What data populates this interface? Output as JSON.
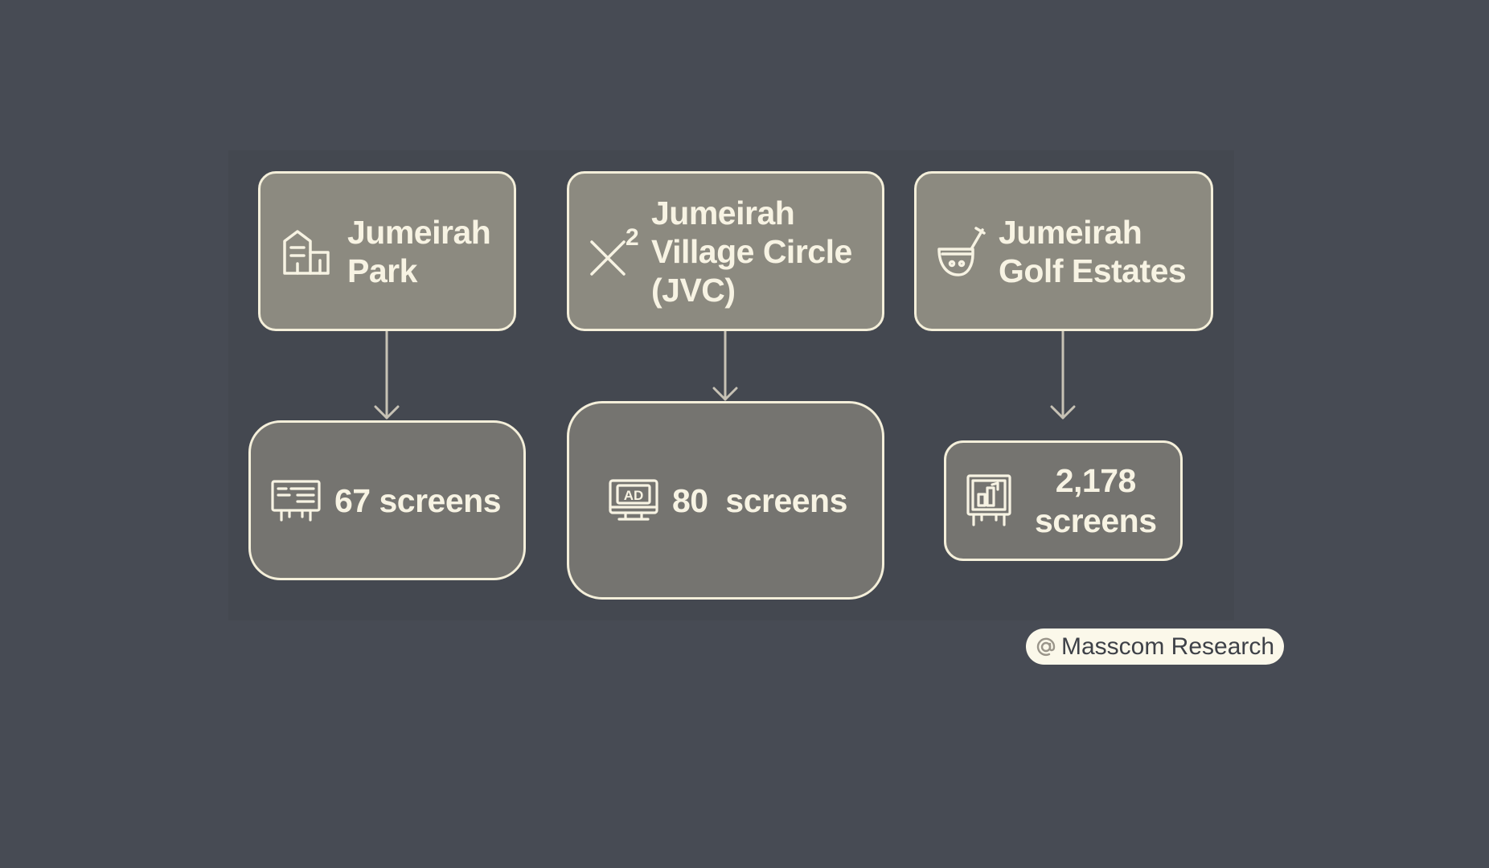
{
  "colors": {
    "background": "#474b54",
    "panel": "#444850",
    "top_box_fill": "#8c8a80",
    "bottom_box_fill": "#757470",
    "outline": "#f4efda",
    "text": "#f7f3e3",
    "arrow": "#c7c2b5"
  },
  "columns": [
    {
      "area": {
        "label_lines": [
          "Jumeirah",
          "Park"
        ],
        "icon": "building-icon"
      },
      "screens": {
        "text": "67 screens",
        "icon": "billboard-icon"
      }
    },
    {
      "area": {
        "label_lines": [
          "Jumeirah",
          "Village Circle",
          "(JVC)"
        ],
        "icon": "x-squared-icon"
      },
      "screens": {
        "text": "80  screens",
        "icon": "ad-monitor-icon"
      }
    },
    {
      "area": {
        "label_lines": [
          "Jumeirah",
          "Golf Estates"
        ],
        "icon": "golf-icon"
      },
      "screens": {
        "text": "2,178\nscreens",
        "icon": "billboard-chart-icon"
      }
    }
  ],
  "credit": {
    "text": "Masscom Research",
    "icon": "at-icon"
  }
}
